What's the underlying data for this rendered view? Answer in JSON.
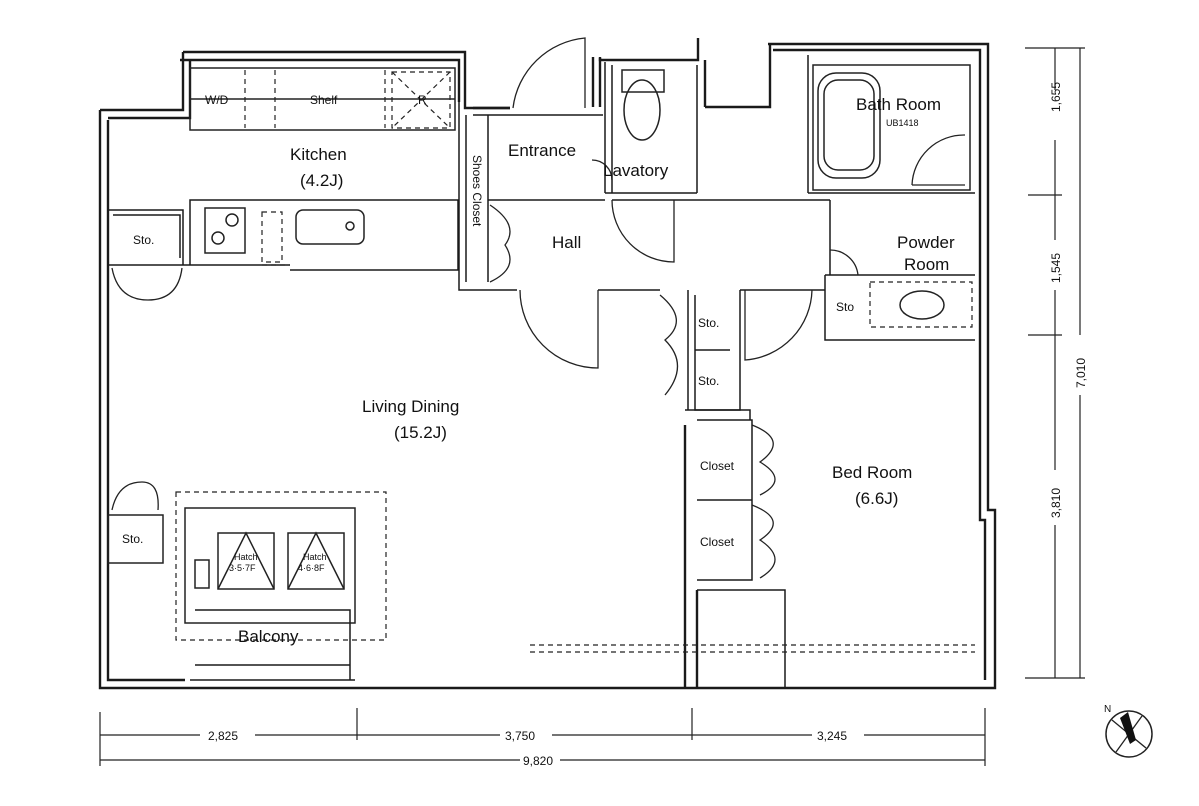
{
  "rooms": {
    "kitchen": {
      "name": "Kitchen",
      "size": "(4.2J)"
    },
    "living": {
      "name": "Living Dining",
      "size": "(15.2J)"
    },
    "bedroom": {
      "name": "Bed Room",
      "size": "(6.6J)"
    },
    "bath": {
      "name": "Bath Room",
      "unit": "UB1418"
    },
    "powder_1": "Powder",
    "powder_2": "Room",
    "entrance": "Entrance",
    "lavatory": "Lavatory",
    "hall": "Hall",
    "balcony": "Balcony",
    "shoes_closet": "Shoes Closet"
  },
  "labels": {
    "wd": "W/D",
    "shelf": "Shelf",
    "r": "R",
    "sto": "Sto.",
    "sto_short": "Sto",
    "closet": "Closet",
    "hatch_1": "Hatch",
    "hatch_1_floors": "3·5·7F",
    "hatch_2": "Hatch",
    "hatch_2_floors": "4·6·8F"
  },
  "dimensions": {
    "bottom": [
      "2,825",
      "3,750",
      "3,245"
    ],
    "total_width": "9,820",
    "right": [
      "1,655",
      "1,545",
      "3,810"
    ],
    "total_depth": "7,010"
  },
  "compass": {
    "north": "N"
  }
}
